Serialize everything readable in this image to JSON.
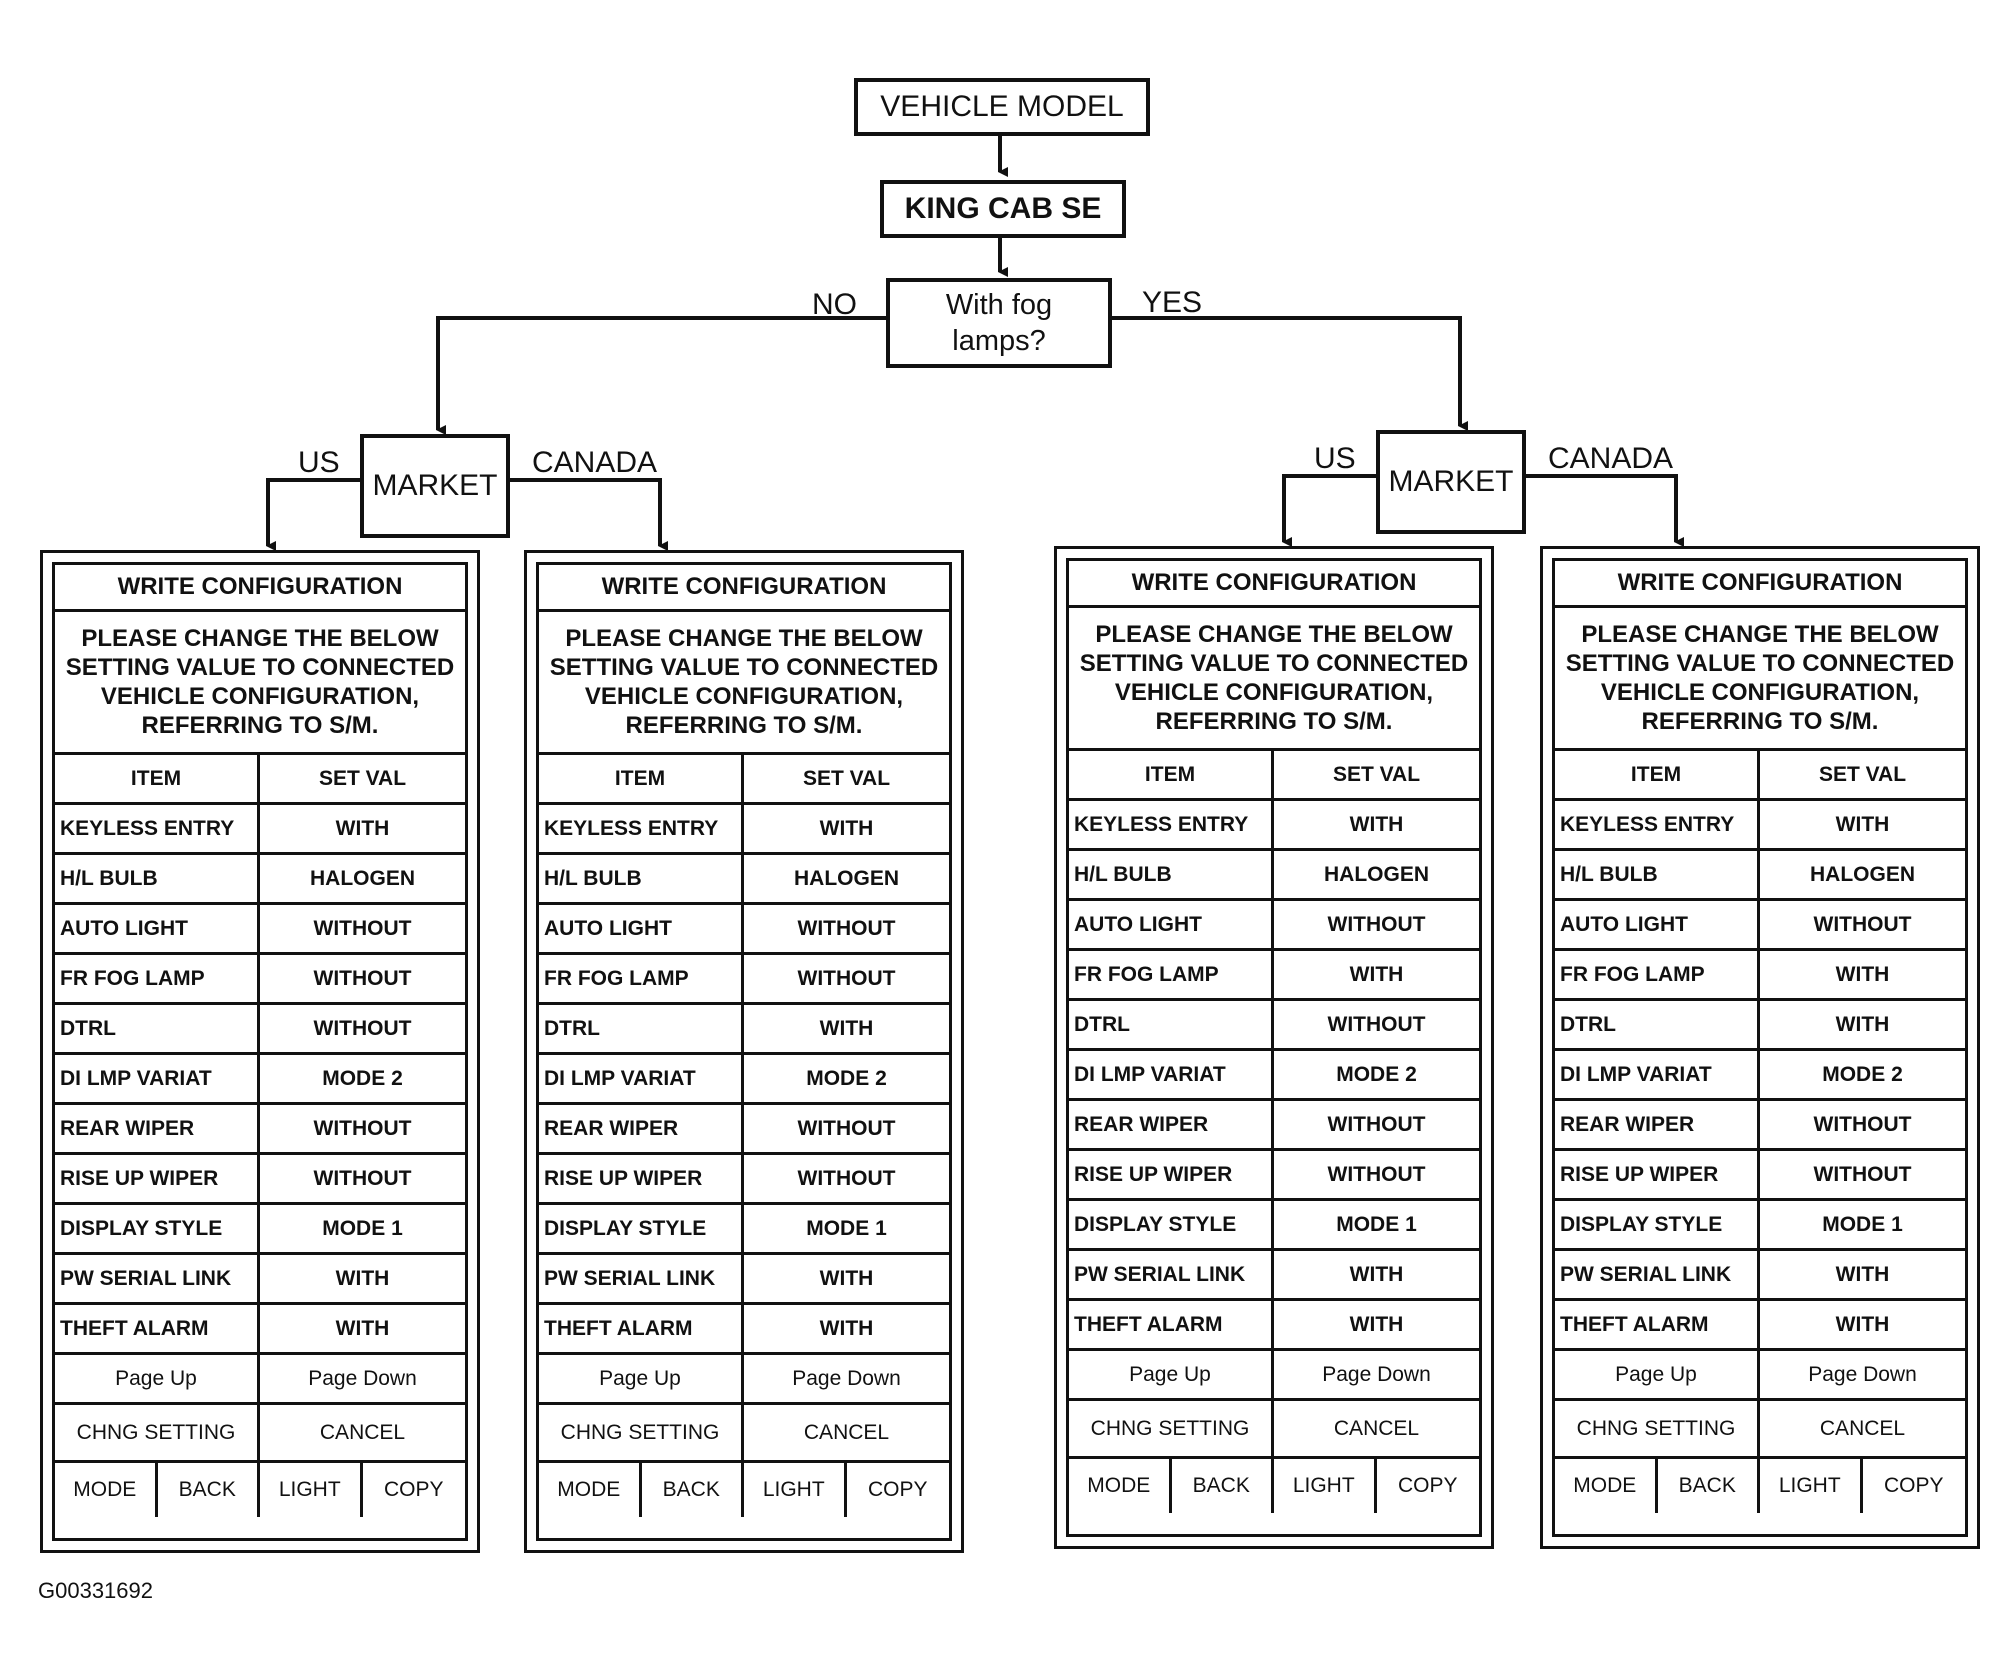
{
  "flow": {
    "vehicle_model": "VEHICLE MODEL",
    "model": "KING CAB SE",
    "question": "With fog lamps?",
    "no_label": "NO",
    "yes_label": "YES",
    "market_left": "MARKET",
    "market_right": "MARKET",
    "us_left": "US",
    "canada_left": "CANADA",
    "us_right": "US",
    "canada_right": "CANADA"
  },
  "figure_id": "G00331692",
  "panels": [
    {
      "title": "WRITE CONFIGURATION",
      "message": "PLEASE CHANGE THE BELOW SETTING VALUE TO CONNECTED VEHICLE CONFIGURATION, REFERRING TO S/M.",
      "col_item": "ITEM",
      "col_set": "SET VAL",
      "rows": [
        {
          "item": "KEYLESS ENTRY",
          "value": "WITH"
        },
        {
          "item": "H/L BULB",
          "value": "HALOGEN"
        },
        {
          "item": "AUTO LIGHT",
          "value": "WITHOUT"
        },
        {
          "item": "FR FOG LAMP",
          "value": "WITHOUT"
        },
        {
          "item": "DTRL",
          "value": "WITHOUT"
        },
        {
          "item": "DI LMP VARIAT",
          "value": "MODE 2"
        },
        {
          "item": "REAR WIPER",
          "value": "WITHOUT"
        },
        {
          "item": "RISE UP WIPER",
          "value": "WITHOUT"
        },
        {
          "item": "DISPLAY STYLE",
          "value": "MODE 1"
        },
        {
          "item": "PW SERIAL LINK",
          "value": "WITH"
        },
        {
          "item": "THEFT ALARM",
          "value": "WITH"
        }
      ],
      "page_up": "Page Up",
      "page_down": "Page Down",
      "chng_setting": "CHNG SETTING",
      "cancel": "CANCEL",
      "buttons": [
        "MODE",
        "BACK",
        "LIGHT",
        "COPY"
      ]
    },
    {
      "title": "WRITE CONFIGURATION",
      "message": "PLEASE CHANGE THE BELOW SETTING VALUE TO CONNECTED VEHICLE CONFIGURATION, REFERRING TO S/M.",
      "col_item": "ITEM",
      "col_set": "SET VAL",
      "rows": [
        {
          "item": "KEYLESS ENTRY",
          "value": "WITH"
        },
        {
          "item": "H/L BULB",
          "value": "HALOGEN"
        },
        {
          "item": "AUTO LIGHT",
          "value": "WITHOUT"
        },
        {
          "item": "FR FOG LAMP",
          "value": "WITHOUT"
        },
        {
          "item": "DTRL",
          "value": "WITH"
        },
        {
          "item": "DI LMP VARIAT",
          "value": "MODE 2"
        },
        {
          "item": "REAR WIPER",
          "value": "WITHOUT"
        },
        {
          "item": "RISE UP WIPER",
          "value": "WITHOUT"
        },
        {
          "item": "DISPLAY STYLE",
          "value": "MODE 1"
        },
        {
          "item": "PW SERIAL LINK",
          "value": "WITH"
        },
        {
          "item": "THEFT ALARM",
          "value": "WITH"
        }
      ],
      "page_up": "Page Up",
      "page_down": "Page Down",
      "chng_setting": "CHNG SETTING",
      "cancel": "CANCEL",
      "buttons": [
        "MODE",
        "BACK",
        "LIGHT",
        "COPY"
      ]
    },
    {
      "title": "WRITE CONFIGURATION",
      "message": "PLEASE CHANGE THE BELOW SETTING VALUE TO CONNECTED VEHICLE CONFIGURATION, REFERRING TO S/M.",
      "col_item": "ITEM",
      "col_set": "SET VAL",
      "rows": [
        {
          "item": "KEYLESS ENTRY",
          "value": "WITH"
        },
        {
          "item": "H/L BULB",
          "value": "HALOGEN"
        },
        {
          "item": "AUTO LIGHT",
          "value": "WITHOUT"
        },
        {
          "item": "FR FOG LAMP",
          "value": "WITH"
        },
        {
          "item": "DTRL",
          "value": "WITHOUT"
        },
        {
          "item": "DI LMP VARIAT",
          "value": "MODE 2"
        },
        {
          "item": "REAR WIPER",
          "value": "WITHOUT"
        },
        {
          "item": "RISE UP WIPER",
          "value": "WITHOUT"
        },
        {
          "item": "DISPLAY STYLE",
          "value": "MODE 1"
        },
        {
          "item": "PW SERIAL LINK",
          "value": "WITH"
        },
        {
          "item": "THEFT ALARM",
          "value": "WITH"
        }
      ],
      "page_up": "Page Up",
      "page_down": "Page Down",
      "chng_setting": "CHNG SETTING",
      "cancel": "CANCEL",
      "buttons": [
        "MODE",
        "BACK",
        "LIGHT",
        "COPY"
      ]
    },
    {
      "title": "WRITE CONFIGURATION",
      "message": "PLEASE CHANGE THE BELOW SETTING VALUE TO CONNECTED VEHICLE CONFIGURATION, REFERRING TO S/M.",
      "col_item": "ITEM",
      "col_set": "SET VAL",
      "rows": [
        {
          "item": "KEYLESS ENTRY",
          "value": "WITH"
        },
        {
          "item": "H/L BULB",
          "value": "HALOGEN"
        },
        {
          "item": "AUTO LIGHT",
          "value": "WITHOUT"
        },
        {
          "item": "FR FOG LAMP",
          "value": "WITH"
        },
        {
          "item": "DTRL",
          "value": "WITH"
        },
        {
          "item": "DI LMP VARIAT",
          "value": "MODE 2"
        },
        {
          "item": "REAR WIPER",
          "value": "WITHOUT"
        },
        {
          "item": "RISE UP WIPER",
          "value": "WITHOUT"
        },
        {
          "item": "DISPLAY STYLE",
          "value": "MODE 1"
        },
        {
          "item": "PW SERIAL LINK",
          "value": "WITH"
        },
        {
          "item": "THEFT ALARM",
          "value": "WITH"
        }
      ],
      "page_up": "Page Up",
      "page_down": "Page Down",
      "chng_setting": "CHNG SETTING",
      "cancel": "CANCEL",
      "buttons": [
        "MODE",
        "BACK",
        "LIGHT",
        "COPY"
      ]
    }
  ]
}
